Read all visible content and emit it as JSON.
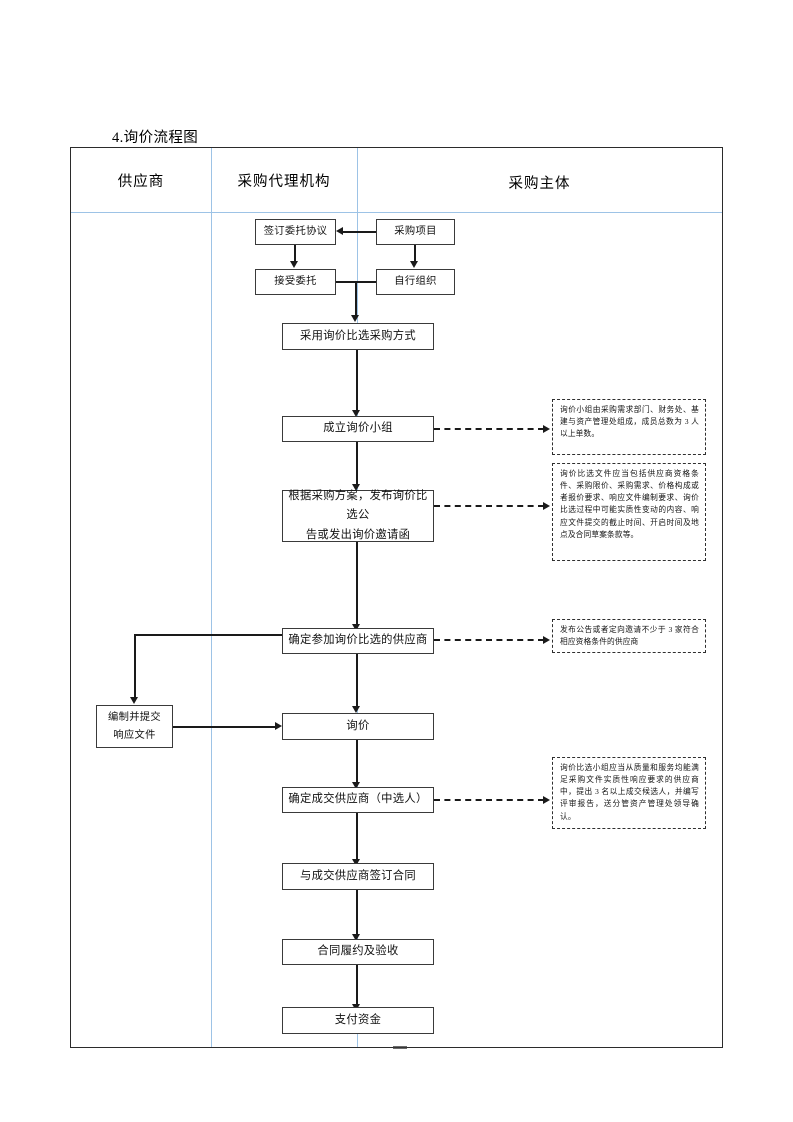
{
  "document": {
    "title": "4.询价流程图"
  },
  "lanes": [
    {
      "id": "supplier",
      "label": "供应商"
    },
    {
      "id": "agency",
      "label": "采购代理机构"
    },
    {
      "id": "purchaser",
      "label": "采购主体"
    }
  ],
  "nodes": {
    "sign_agreement": "签订委托协议",
    "procurement_project": "采购项目",
    "accept_entrust": "接受委托",
    "self_organize": "自行组织",
    "adopt_method": "采用询价比选采购方式",
    "form_group": "成立询价小组",
    "publish_notice_l1": "根据采购方案，发布询价比选公",
    "publish_notice_l2": "告或发出询价邀请函",
    "determine_suppliers": "确定参加询价比选的供应商",
    "prepare_doc_l1": "编制并提交",
    "prepare_doc_l2": "响应文件",
    "inquiry": "询价",
    "determine_winner": "确定成交供应商（中选人）",
    "sign_contract": "与成交供应商签订合同",
    "contract_perform": "合同履约及验收",
    "pay_funds": "支付资金"
  },
  "notes": {
    "note_group": "询价小组由采购需求部门、财务处、基建与资产管理处组成，成员总数为 3 人以上单数。",
    "note_document": "询价比选文件应当包括供应商资格条件、采购限价、采购需求、价格构成或者报价要求、响应文件编制要求、询价比选过程中可能实质性变动的内容、响应文件提交的截止时间、开启时间及地点及合同草案条款等。",
    "note_invite": "发布公告或者定向邀请不少于 3 家符合相应资格条件的供应商",
    "note_winner": "询价比选小组应当从质量和服务均能满足采购文件实质性响应要求的供应商中，提出 3 名以上成交候选人，并编写评审报告，送分管资产管理处领导确认。"
  },
  "colors": {
    "frame_border": "#2b2b2b",
    "lane_divider": "#9dc3e6",
    "box_border": "#3a3a3a",
    "connector": "#1a1a1a"
  }
}
